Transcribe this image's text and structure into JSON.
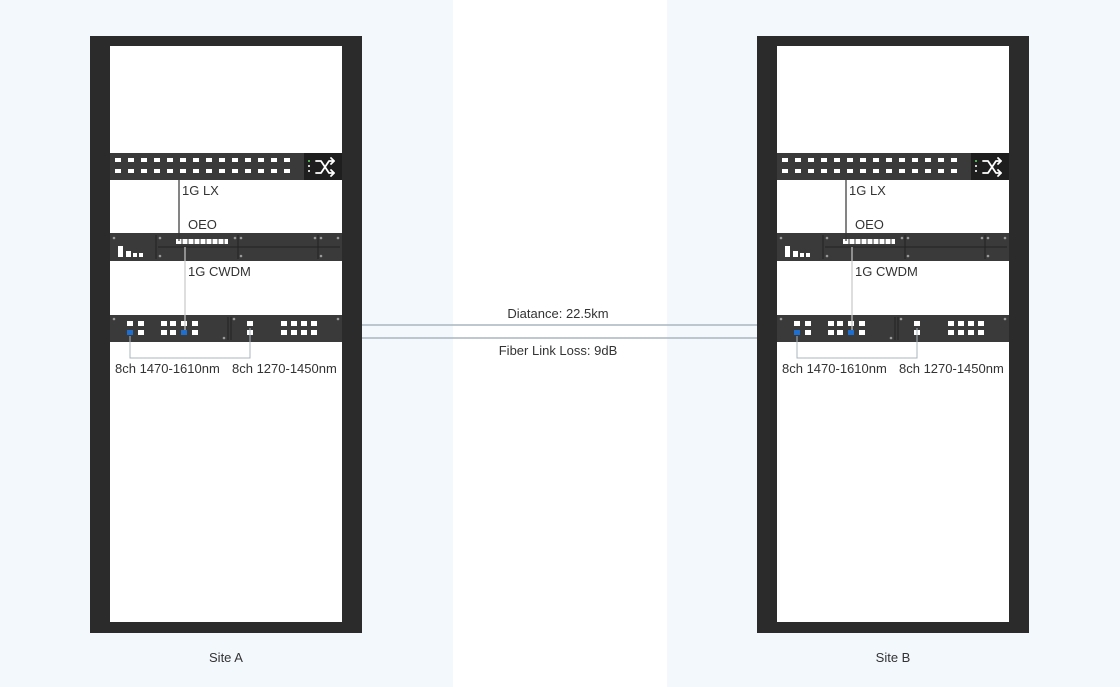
{
  "colors": {
    "panel_bg": "#f3f8fd",
    "rack_frame": "#2b2b2b",
    "device_body": "#3a3a3a",
    "port_blue": "#1f6fd1",
    "fiber_line": "#9aa7b2",
    "text": "#333333"
  },
  "link": {
    "distance_label": "Diatance: 22.5km",
    "loss_label": "Fiber Link Loss: 9dB"
  },
  "sites": [
    {
      "name": "Site A",
      "switch_icon": "shuffle-icon",
      "labels": {
        "lx": "1G LX",
        "oeo": "OEO",
        "cwdm": "1G CWDM",
        "band_upper": "8ch 1470-1610nm",
        "band_lower": "8ch 1270-1450nm"
      }
    },
    {
      "name": "Site B",
      "switch_icon": "shuffle-icon",
      "labels": {
        "lx": "1G LX",
        "oeo": "OEO",
        "cwdm": "1G CWDM",
        "band_upper": "8ch 1470-1610nm",
        "band_lower": "8ch 1270-1450nm"
      }
    }
  ]
}
